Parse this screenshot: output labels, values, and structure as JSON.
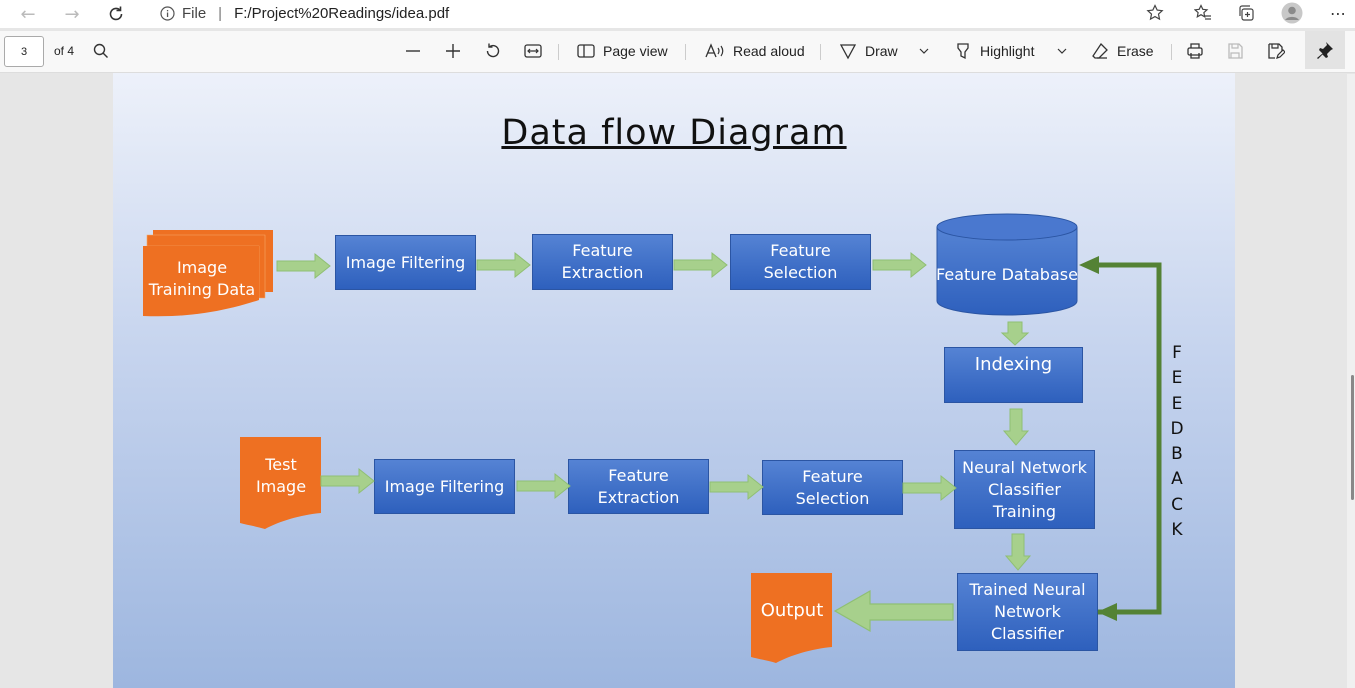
{
  "browser": {
    "address_prefix": "File",
    "url": "F:/Project%20Readings/idea.pdf",
    "icons": [
      "back-icon",
      "forward-icon",
      "reload-icon",
      "info-icon",
      "favorite-add-icon",
      "favorites-icon",
      "collections-icon",
      "profile-icon",
      "more-icon"
    ]
  },
  "pdf_toolbar": {
    "page_number": "3",
    "page_count": "of 4",
    "page_view": "Page view",
    "read_aloud": "Read aloud",
    "draw": "Draw",
    "highlight": "Highlight",
    "erase": "Erase"
  },
  "diagram": {
    "title": "Data flow Diagram",
    "image_training_data": "Image Training Data",
    "filter1": "Image Filtering",
    "extract1": "Feature Extraction",
    "select1": "Feature Selection",
    "database": "Feature Database",
    "indexing": "Indexing",
    "test_image": "Test Image",
    "filter2": "Image Filtering",
    "extract2": "Feature Extraction",
    "select2": "Feature Selection",
    "nn_training": "Neural Network Classifier Training",
    "trained": "Trained Neural Network Classifier",
    "output": "Output",
    "feedback": "FEEDBACK",
    "colors": {
      "box": "#3a6bc8",
      "doc": "#ee7022",
      "arrow": "#a7d08c",
      "feedback_arrow": "#548235"
    }
  }
}
